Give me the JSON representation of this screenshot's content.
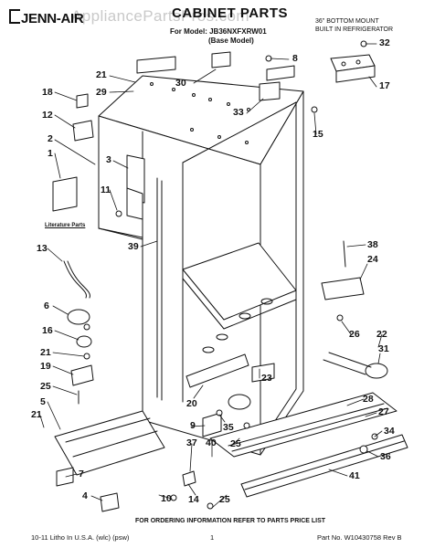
{
  "brand": "JENN-AIR",
  "watermark": "AppliancePartsPros.com",
  "title": "CABINET PARTS",
  "model_line": "For Model: JB36NXFXRW01",
  "base_model": "(Base Model)",
  "product_line1": "36\" BOTTOM MOUNT",
  "product_line2": "BUILT IN REFRIGERATOR",
  "literature_label": "Literature Parts",
  "order_note": "FOR ORDERING INFORMATION REFER TO PARTS PRICE LIST",
  "footer": {
    "left": "10-11 Litho In U.S.A. (wlc) (psw)",
    "page": "1",
    "part_no": "Part No. W10430758 Rev B"
  },
  "callouts": [
    "21",
    "29",
    "30",
    "8",
    "32",
    "17",
    "18",
    "12",
    "33",
    "15",
    "2",
    "1",
    "3",
    "11",
    "39",
    "13",
    "38",
    "24",
    "6",
    "16",
    "26",
    "22",
    "31",
    "21",
    "19",
    "25",
    "23",
    "20",
    "5",
    "28",
    "27",
    "21",
    "9",
    "35",
    "37",
    "40",
    "25",
    "34",
    "36",
    "7",
    "41",
    "4",
    "10",
    "14",
    "25"
  ],
  "colors": {
    "ink": "#111111",
    "background": "#ffffff",
    "watermark": "#c9c9c9"
  }
}
